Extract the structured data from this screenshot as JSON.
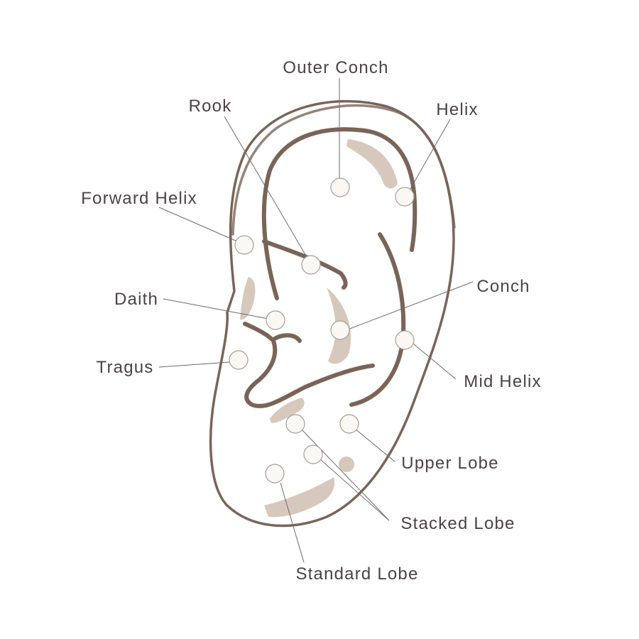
{
  "colors": {
    "ear_stroke": "#7a6458",
    "shading": "#d6c8bc",
    "stud_fill": "#fbf8f3",
    "label_text": "#4a4444"
  },
  "labels": {
    "outer_conch": "Outer Conch",
    "rook": "Rook",
    "helix": "Helix",
    "forward_helix": "Forward Helix",
    "daith": "Daith",
    "conch": "Conch",
    "tragus": "Tragus",
    "mid_helix": "Mid Helix",
    "upper_lobe": "Upper Lobe",
    "stacked_lobe": "Stacked Lobe",
    "standard_lobe": "Standard Lobe"
  }
}
